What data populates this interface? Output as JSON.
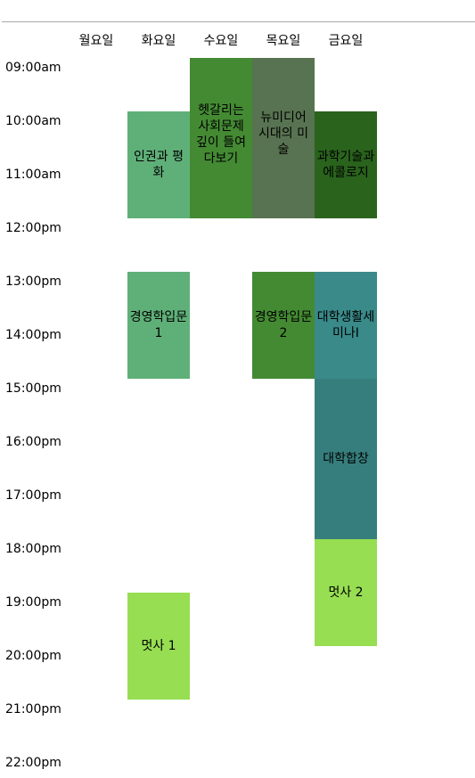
{
  "days": [
    "월요일",
    "화요일",
    "수요일",
    "목요일",
    "금요일"
  ],
  "times": [
    "09:00am",
    "10:00am",
    "11:00am",
    "12:00pm",
    "13:00pm",
    "14:00pm",
    "15:00pm",
    "16:00pm",
    "17:00pm",
    "18:00pm",
    "19:00pm",
    "20:00pm",
    "21:00pm",
    "22:00pm"
  ],
  "courses": [
    {
      "name": "인권과 평화",
      "color": "#5fb078"
    },
    {
      "name": "헷갈리는 사회문제 깊이 들여다보기",
      "color": "#448a33"
    },
    {
      "name": "뉴미디어 시대의 미술",
      "color": "#587351"
    },
    {
      "name": "과학기술과 에콜로지",
      "color": "#29631c"
    },
    {
      "name": "경영학입문1",
      "color": "#5fb078"
    },
    {
      "name": "경영학입문2",
      "color": "#448a33"
    },
    {
      "name": "대학생활세미나I",
      "color": "#3a8a8a"
    },
    {
      "name": "대학합창",
      "color": "#367e7d"
    },
    {
      "name": "멋사 2",
      "color": "#97de52"
    },
    {
      "name": "멋사 1",
      "color": "#97de52"
    }
  ]
}
